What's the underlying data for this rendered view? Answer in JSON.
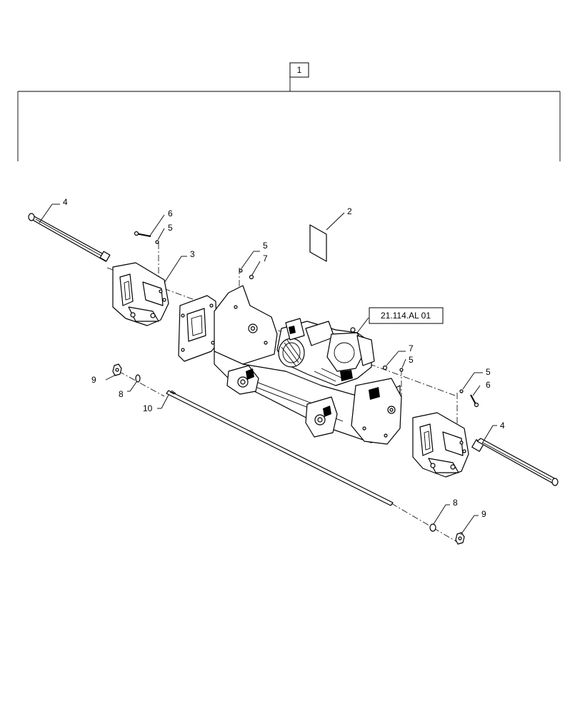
{
  "callouts": {
    "c1": "1",
    "c2": "2",
    "c3": "3",
    "c4a": "4",
    "c4b": "4",
    "c5a": "5",
    "c5b": "5",
    "c5c": "5",
    "c5d": "5",
    "c6a": "6",
    "c6b": "6",
    "c7a": "7",
    "c7b": "7",
    "c8a": "8",
    "c8b": "8",
    "c9a": "9",
    "c9b": "9",
    "c10": "10"
  },
  "reference": {
    "label": "21.114.AL 01"
  }
}
